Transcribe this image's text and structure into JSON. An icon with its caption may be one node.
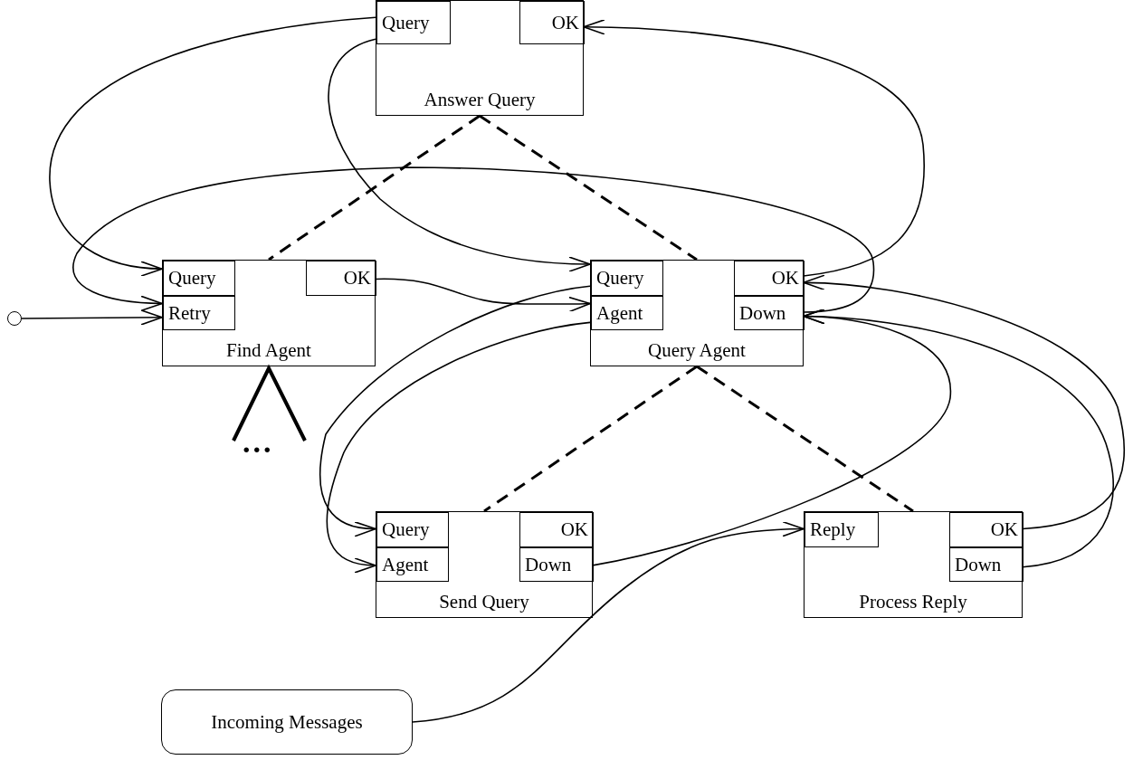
{
  "diagram": {
    "nodes": [
      {
        "text": [
          "Answer Query"
        ]
      },
      {
        "text": [
          "Query"
        ],
        "in": 0
      },
      {
        "text": [
          "OK"
        ],
        "in": 0
      },
      {
        "text": [
          "Find Agent"
        ]
      },
      {
        "text": [
          "Query"
        ],
        "in": 3
      },
      {
        "text": [
          "Retry"
        ],
        "in": 3
      },
      {
        "text": [
          "OK"
        ],
        "in": 3
      },
      {
        "text": [
          "Query Agent"
        ]
      },
      {
        "text": [
          "Query"
        ],
        "in": 7
      },
      {
        "text": [
          "Agent"
        ],
        "in": 7
      },
      {
        "text": [
          "OK"
        ],
        "in": 7
      },
      {
        "text": [
          "Down"
        ],
        "in": 7
      },
      {
        "text": [
          "Send Query"
        ]
      },
      {
        "text": [
          "Query"
        ],
        "in": 12
      },
      {
        "text": [
          "Agent"
        ],
        "in": 12
      },
      {
        "text": [
          "OK"
        ],
        "in": 12
      },
      {
        "text": [
          "Down"
        ],
        "in": 12
      },
      {
        "text": [
          "Process Reply"
        ]
      },
      {
        "text": [
          "Reply"
        ],
        "in": 17
      },
      {
        "text": [
          "OK"
        ],
        "in": 17
      },
      {
        "text": [
          "Down"
        ],
        "in": 17
      },
      {
        "text": [
          "Incoming Messages"
        ]
      },
      {
        "text": [],
        "shape": "circle"
      }
    ],
    "edges": [
      {
        "from": 0,
        "to": 3,
        "arrow": "none",
        "style": "dashed"
      },
      {
        "from": 0,
        "to": 7,
        "arrow": "none",
        "style": "dashed"
      },
      {
        "from": 7,
        "to": 12,
        "arrow": "none",
        "style": "dashed"
      },
      {
        "from": 7,
        "to": 17,
        "arrow": "none",
        "style": "dashed"
      },
      {
        "from": 1,
        "to": 4,
        "arrow": "to"
      },
      {
        "from": 1,
        "to": 8,
        "arrow": "to"
      },
      {
        "from": 10,
        "to": 2,
        "arrow": "to"
      },
      {
        "from": 11,
        "to": 5,
        "arrow": "to"
      },
      {
        "from": 22,
        "to": 5,
        "arrow": "to"
      },
      {
        "from": 6,
        "to": 9,
        "arrow": "to"
      },
      {
        "from": 8,
        "to": 13,
        "arrow": "to"
      },
      {
        "from": 9,
        "to": 14,
        "arrow": "to"
      },
      {
        "from": 16,
        "to": 11,
        "arrow": "to"
      },
      {
        "from": 19,
        "to": 10,
        "arrow": "to"
      },
      {
        "from": 20,
        "to": 11,
        "arrow": "to"
      },
      {
        "from": 21,
        "to": 18,
        "arrow": "to"
      }
    ],
    "labels": [
      "..."
    ]
  }
}
